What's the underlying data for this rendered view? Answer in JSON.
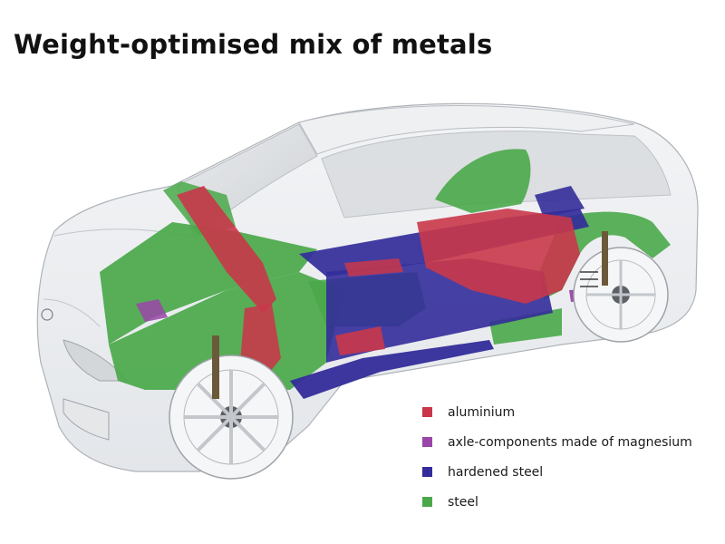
{
  "title": "Weight-optimised mix of metals",
  "colors": {
    "aluminium": "#c9374a",
    "magnesium": "#9a45a8",
    "hardened_steel": "#332c9a",
    "steel": "#4aa84a",
    "glass": "#d6d9dc",
    "body_outline": "#b9bdc2"
  },
  "legend": [
    {
      "label": "aluminium",
      "color": "#c9374a",
      "icon": "aluminium-swatch"
    },
    {
      "label": "axle-components made of magnesium",
      "color": "#9a45a8",
      "icon": "magnesium-swatch"
    },
    {
      "label": "hardened steel",
      "color": "#332c9a",
      "icon": "hardened-steel-swatch"
    },
    {
      "label": "steel",
      "color": "#4aa84a",
      "icon": "steel-swatch"
    }
  ]
}
